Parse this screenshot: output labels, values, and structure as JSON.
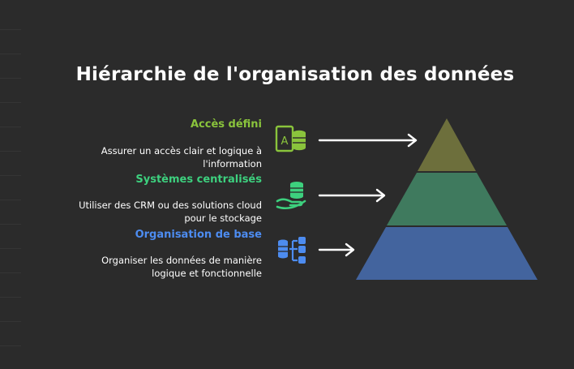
{
  "title": "Hiérarchie de l'organisation des données",
  "levels": [
    {
      "heading": "Accès défini",
      "description": "Assurer un accès clair et logique à l'information",
      "color": "#8ac43c",
      "icon": "access-database-icon",
      "pyramid_color": "#6d6f3c"
    },
    {
      "heading": "Systèmes centralisés",
      "description": "Utiliser des CRM ou des solutions cloud pour le stockage",
      "color": "#3dd07e",
      "icon": "database-hand-icon",
      "pyramid_color": "#3f7a5e"
    },
    {
      "heading": "Organisation de base",
      "description": "Organiser les données de manière logique et fonctionnelle",
      "color": "#4d8cf0",
      "icon": "database-structure-icon",
      "pyramid_color": "#43649e"
    }
  ],
  "colors": {
    "background": "#2b2b2b",
    "text": "#ffffff"
  }
}
